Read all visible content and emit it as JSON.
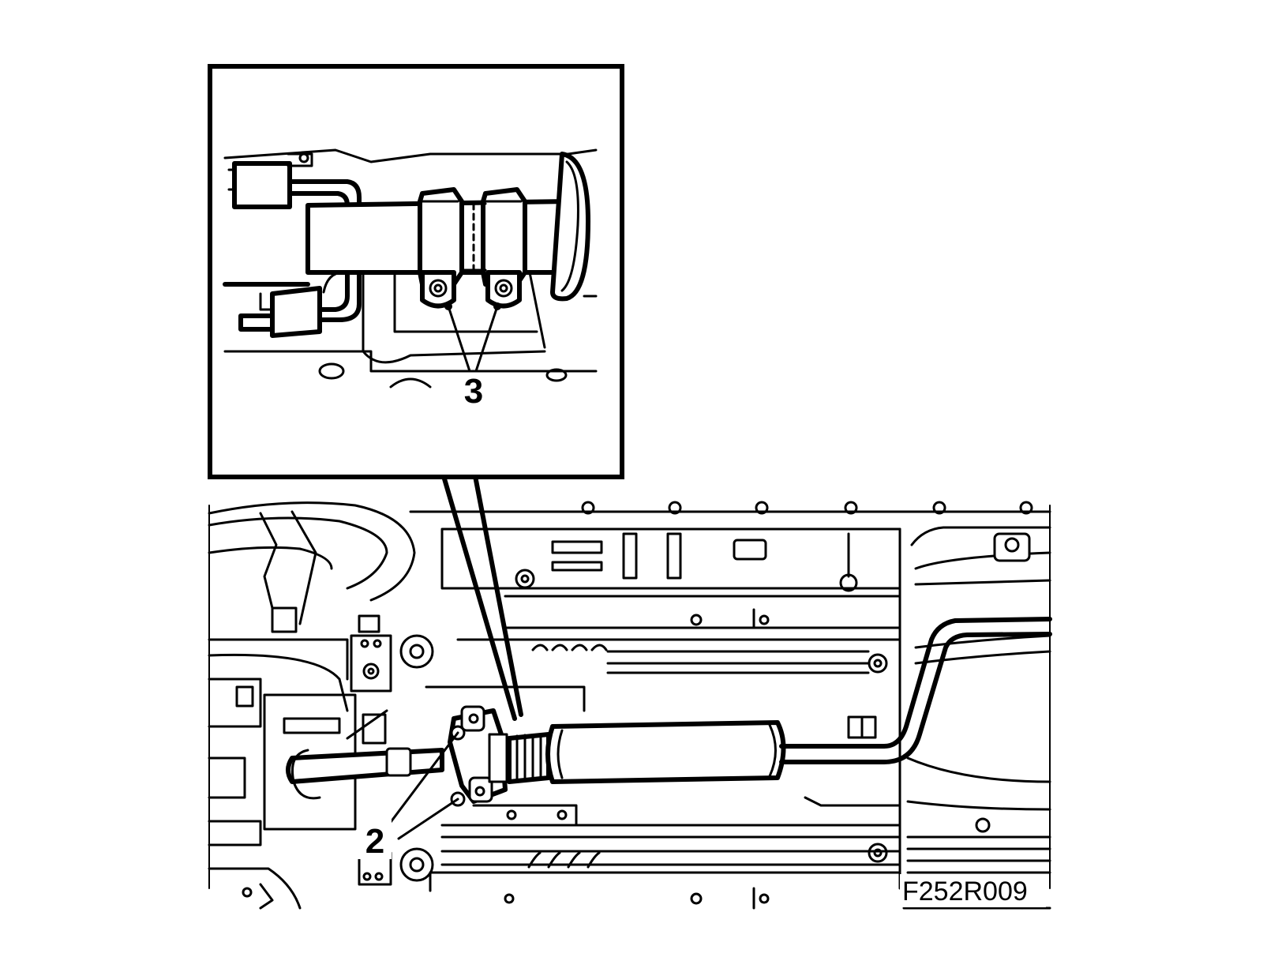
{
  "diagram": {
    "callouts": {
      "inset_label": "3",
      "main_label": "2"
    },
    "figure_code": "F252R009"
  }
}
